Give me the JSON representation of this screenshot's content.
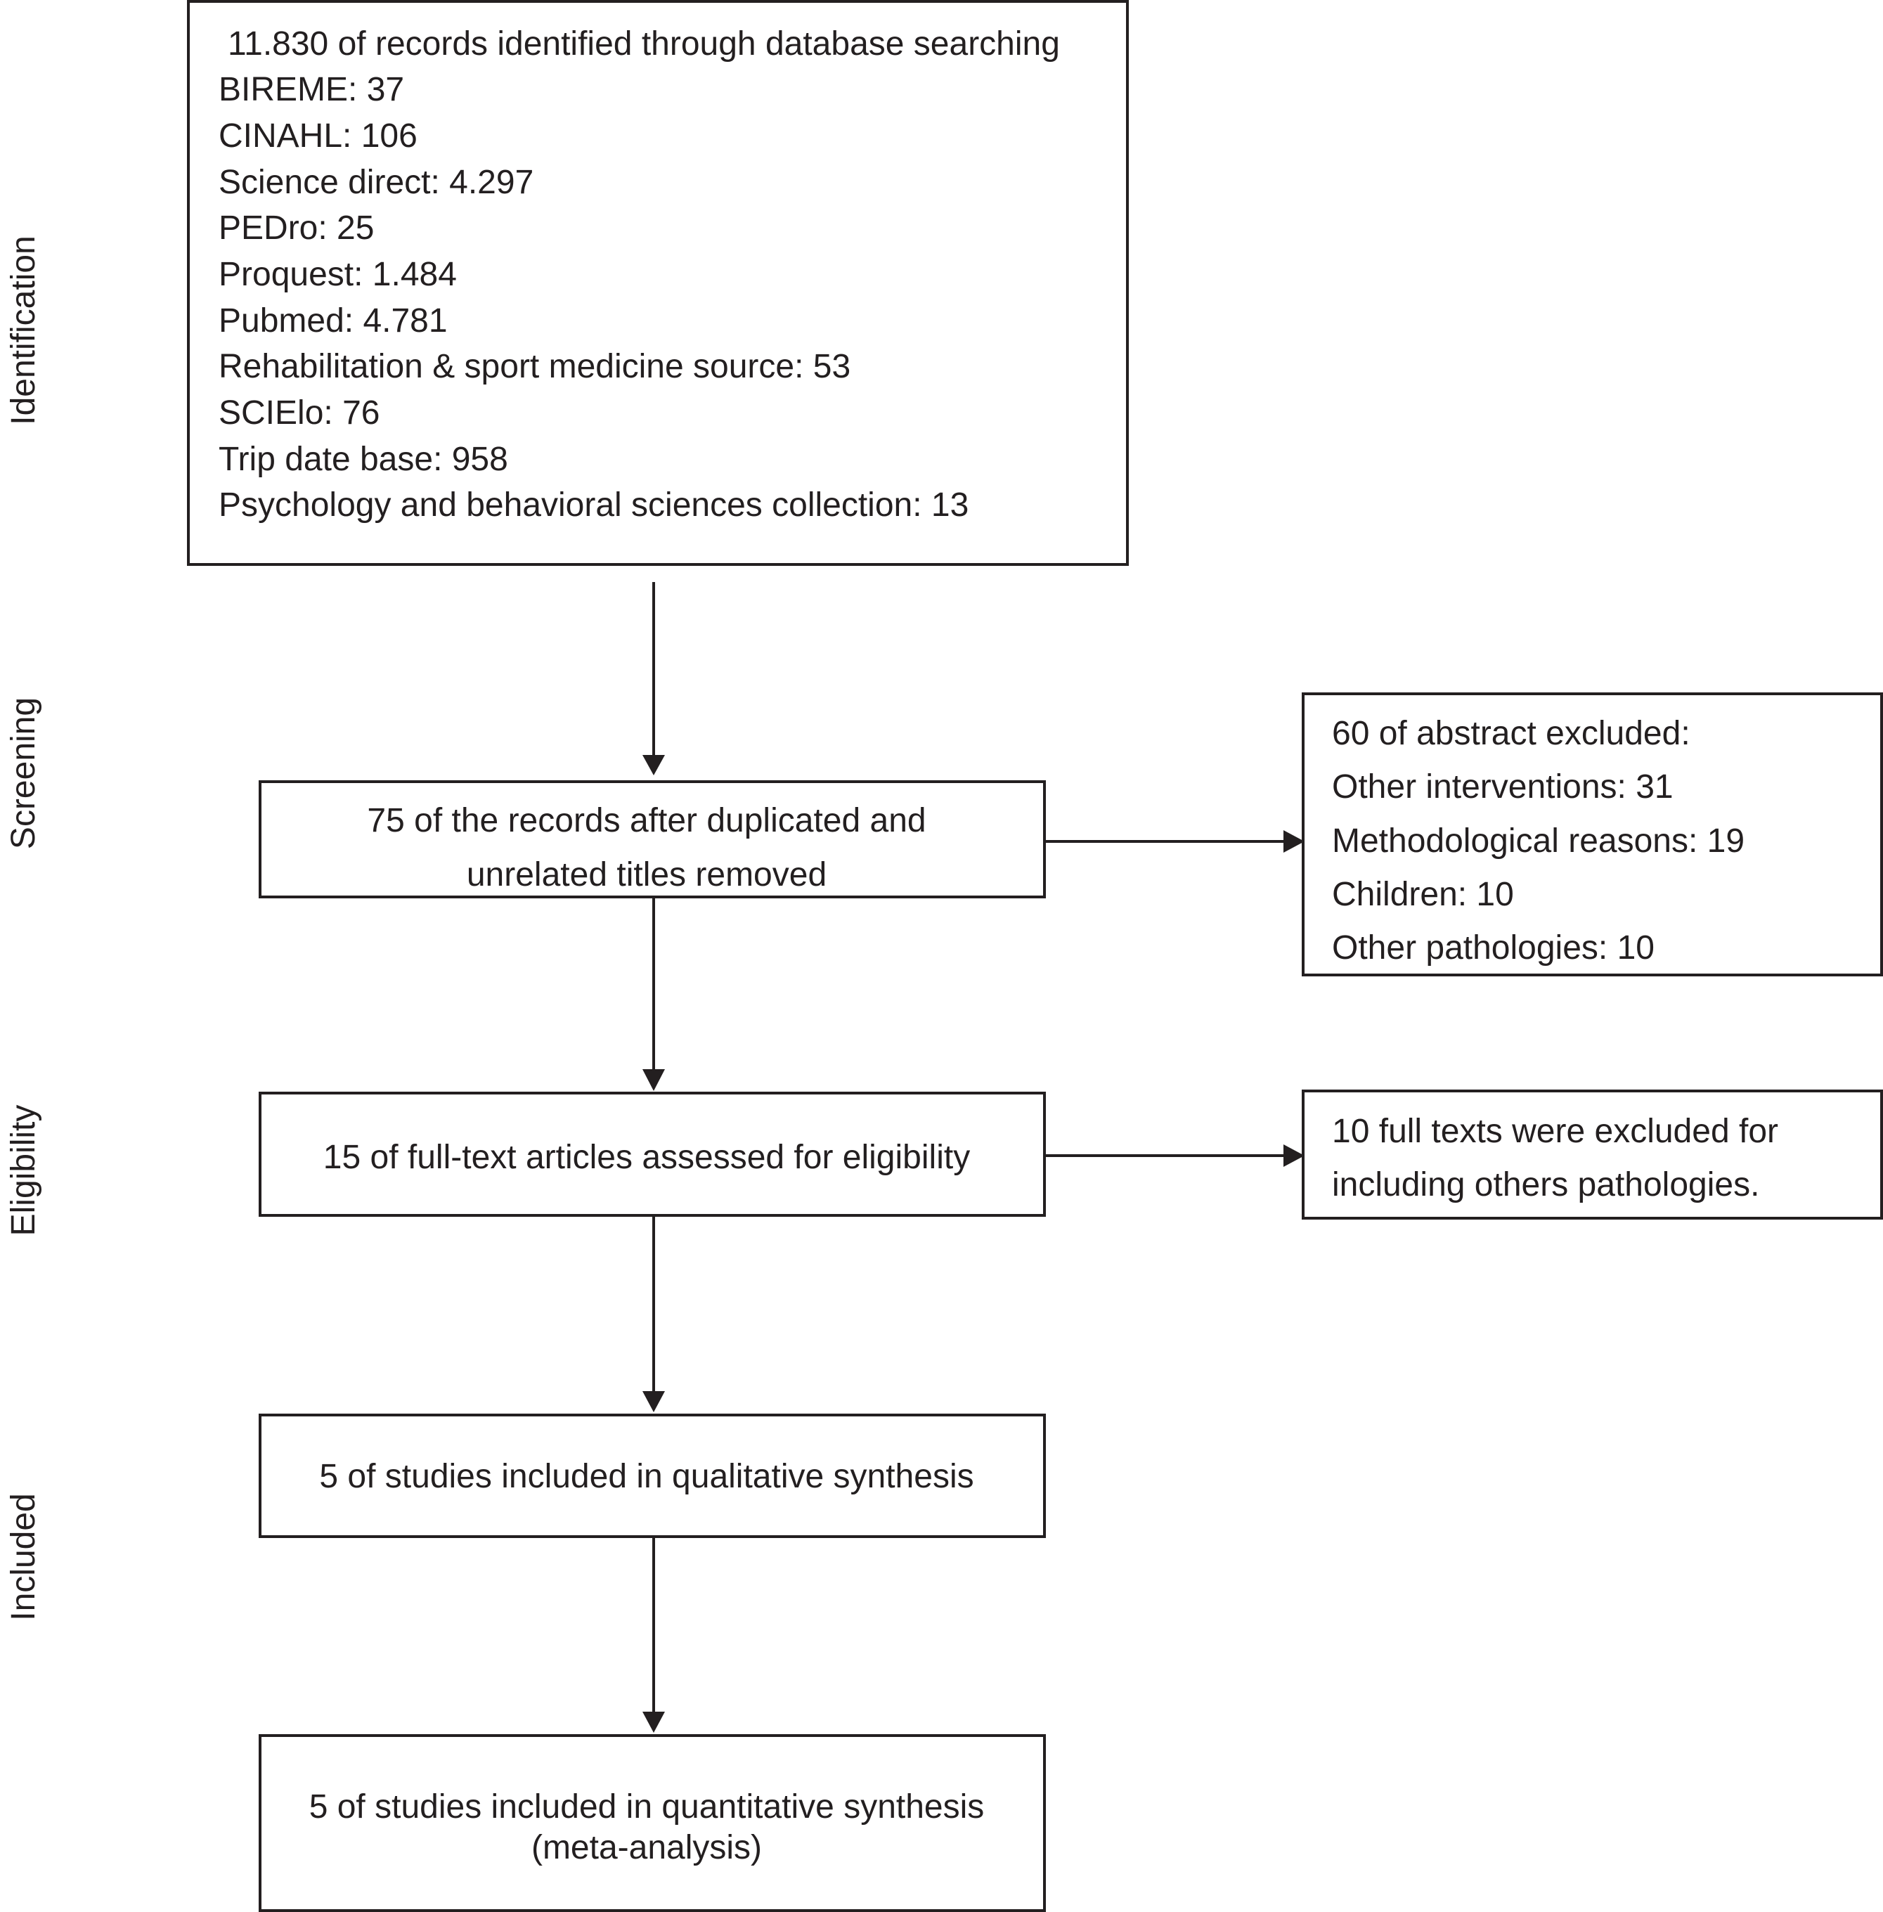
{
  "stages": {
    "identification": "Identification",
    "screening": "Screening",
    "eligibility": "Eligibility",
    "included": "Included"
  },
  "identification_box": {
    "lines": [
      "11.830 of records identified through database searching",
      "BIREME: 37",
      "CINAHL: 106",
      "Science direct: 4.297",
      "PEDro: 25",
      "Proquest: 1.484",
      "Pubmed: 4.781",
      "Rehabilitation & sport medicine source: 53",
      "SCIElo: 76",
      "Trip date base: 958",
      "Psychology and behavioral sciences collection: 13"
    ]
  },
  "screening_box": {
    "lines": [
      "75 of the records after duplicated and",
      "unrelated titles removed"
    ]
  },
  "abstract_excluded_box": {
    "lines": [
      "60 of abstract excluded:",
      "Other interventions: 31",
      "Methodological reasons: 19",
      "Children: 10",
      "Other pathologies: 10"
    ]
  },
  "eligibility_box": {
    "lines": [
      "15 of full-text articles assessed for eligibility"
    ]
  },
  "fulltext_excluded_box": {
    "lines": [
      "10 full texts were excluded for",
      "including others pathologies."
    ]
  },
  "qualitative_box": {
    "lines": [
      "5 of studies included in qualitative synthesis"
    ]
  },
  "quantitative_box": {
    "lines": [
      "5 of studies included in quantitative synthesis",
      "(meta-analysis)"
    ]
  }
}
